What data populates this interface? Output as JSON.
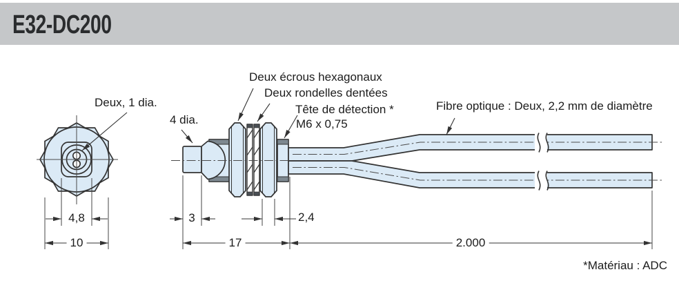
{
  "header": {
    "title": "E32-DC200"
  },
  "colors": {
    "header_bg": "#c5c7c9",
    "part_fill": "#dbeaf6",
    "line": "#333333"
  },
  "labels": {
    "two_holes": "Deux, 1 dia.",
    "tip_diameter": "4 dia.",
    "hex_nuts": "Deux écrous hexagonaux",
    "toothed_washers": "Deux rondelles dentées",
    "detection_head": "Tête de détection *",
    "thread_spec": "M6 x 0,75",
    "optical_fiber": "Fibre optique : Deux, 2,2 mm de diamètre"
  },
  "dimensions": {
    "hole_span": "4,8",
    "head_across_flats": "10",
    "tip_length": "3",
    "nut_thickness": "2,4",
    "body_length": "17",
    "fiber_length": "2.000"
  },
  "footnote": "*Matériau : ADC"
}
